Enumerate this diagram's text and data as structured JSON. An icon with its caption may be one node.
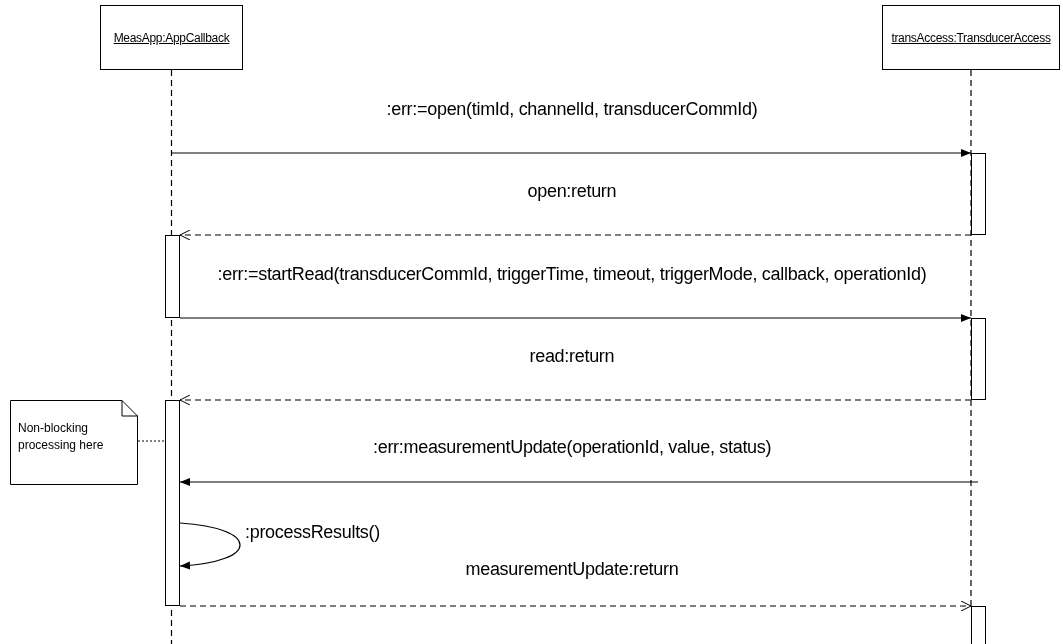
{
  "diagram": {
    "nodes": [
      {
        "text": [
          "MeasApp:AppCallback"
        ]
      },
      {
        "text": [
          "transAccess:TransducerAccess"
        ]
      },
      {
        "text": [],
        "shape": "bar"
      },
      {
        "text": [],
        "shape": "bar"
      },
      {
        "text": [],
        "shape": "bar"
      },
      {
        "text": [],
        "shape": "bar"
      },
      {
        "text": [
          "Non-blocking processing here"
        ]
      },
      {
        "text": [],
        "shape": "bar"
      }
    ],
    "edges": [
      {
        "from": null,
        "to": 2,
        "arrow": "to",
        "label": ":err:=open(timId, channelId, transducerCommId)"
      },
      {
        "from": 2,
        "to": 3,
        "arrow": "to",
        "style": "dashed",
        "label": "open:return"
      },
      {
        "from": 3,
        "to": 4,
        "arrow": "to",
        "label": ":err:=startRead(transducerCommId, triggerTime, timeout, triggerMode, callback, operationId)"
      },
      {
        "from": 4,
        "to": 5,
        "arrow": "to",
        "style": "dashed",
        "label": "read:return"
      },
      {
        "from": null,
        "to": 5,
        "arrow": "to",
        "label": ":err:measurementUpdate(operationId, value, status)"
      },
      {
        "from": 5,
        "to": 5,
        "arrow": "to",
        "label": ":processResults()"
      },
      {
        "from": 5,
        "to": 7,
        "arrow": "to",
        "style": "dashed",
        "label": "measurementUpdate:return"
      },
      {
        "from": 6,
        "to": 5,
        "arrow": "none",
        "style": "dashed"
      },
      {
        "from": 0,
        "to": null,
        "arrow": "none",
        "style": "dashed"
      },
      {
        "from": 1,
        "to": 7,
        "arrow": "none",
        "style": "dashed"
      }
    ]
  }
}
